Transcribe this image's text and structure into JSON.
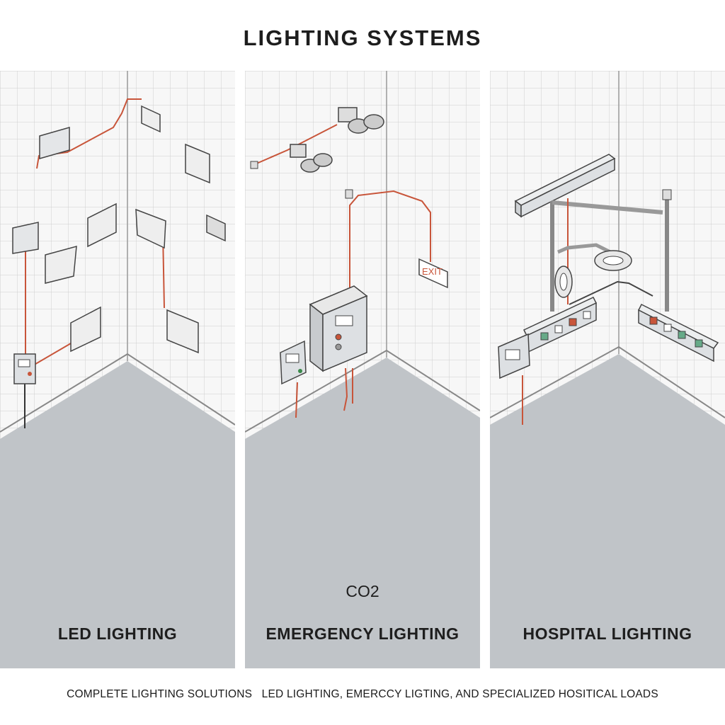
{
  "title": "LIGHTING SYSTEMS",
  "panels": [
    {
      "label": "LED LIGHTING"
    },
    {
      "label": "EMERGENCY LIGHTING",
      "extra_label": "CO2",
      "exit_sign": "EXIT"
    },
    {
      "label": "HOSPITAL LIGHTING"
    }
  ],
  "footer": "COMPLETE LIGHTING SOLUTIONS   LED LIGHTING, EMERCCY LIGTING, AND SPECIALIZED HOSITICAL LOADS",
  "colors": {
    "wire": "#c8553a",
    "floor": "#c0c4c8",
    "wall": "#f7f7f7",
    "grid": "#cfcfcf"
  }
}
